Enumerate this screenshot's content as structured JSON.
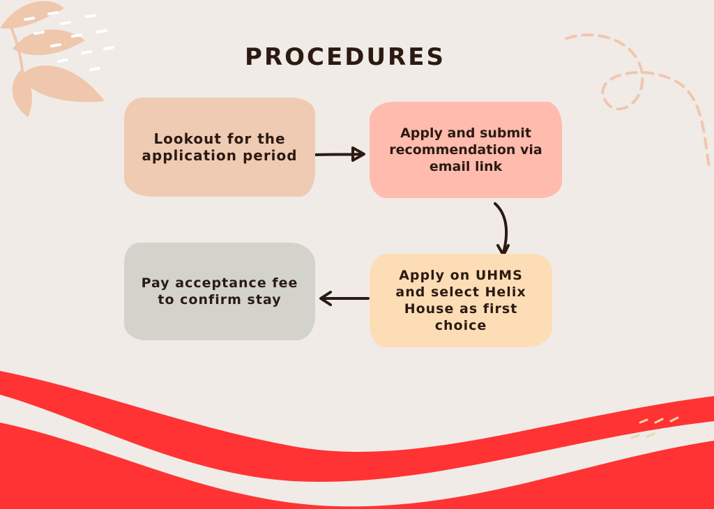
{
  "page": {
    "title": "PROCEDURES"
  },
  "steps": [
    {
      "id": "step-1",
      "text": "Lookout for the application period",
      "color": "#efcbb4"
    },
    {
      "id": "step-2",
      "text": "Apply and submit recommendation via email link",
      "color": "#ffbbae"
    },
    {
      "id": "step-3",
      "text": "Apply on UHMS and select Helix House as first choice",
      "color": "#fdddb5"
    },
    {
      "id": "step-4",
      "text": "Pay acceptance fee to confirm stay",
      "color": "#d3d3cc"
    }
  ],
  "connections": [
    {
      "from": "step-1",
      "to": "step-2"
    },
    {
      "from": "step-2",
      "to": "step-3"
    },
    {
      "from": "step-3",
      "to": "step-4"
    }
  ],
  "colors": {
    "background": "#f0ebe7",
    "text": "#2b1a12",
    "wave_red": "#ff3333",
    "leaf": "#efc7ad",
    "dash": "#efc7ad"
  }
}
